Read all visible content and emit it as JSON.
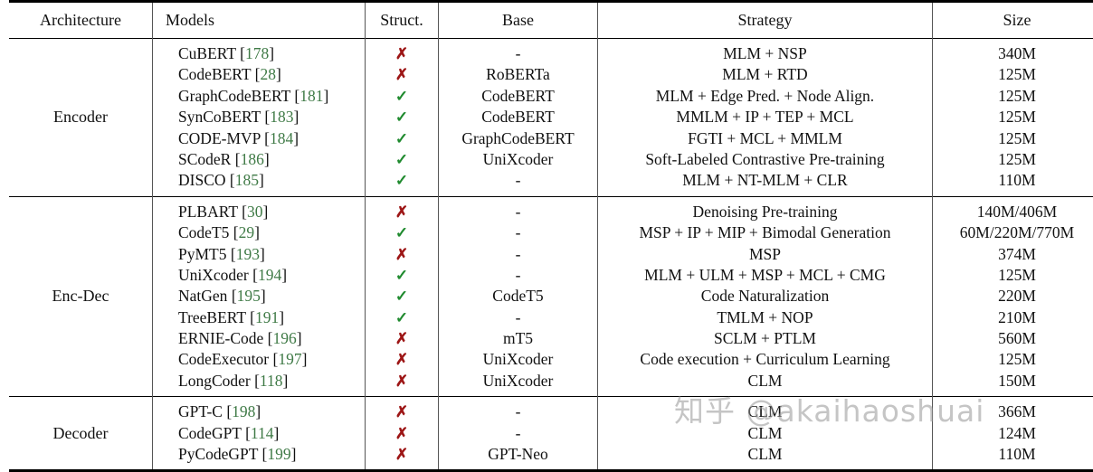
{
  "table": {
    "headers": [
      "Architecture",
      "Models",
      "Struct.",
      "Base",
      "Strategy",
      "Size"
    ],
    "marks": {
      "yes": "✓",
      "no": "✗",
      "none": "-"
    },
    "colors": {
      "citation": "#3f7a46",
      "check": "#1f8a2e",
      "cross": "#9d1616"
    },
    "sections": [
      {
        "architecture": "Encoder",
        "rows": [
          {
            "model": "CuBERT",
            "citation": "[178]",
            "struct": "no",
            "base": "-",
            "strategy": "MLM + NSP",
            "size": "340M"
          },
          {
            "model": "CodeBERT",
            "citation": "[28]",
            "struct": "no",
            "base": "RoBERTa",
            "strategy": "MLM + RTD",
            "size": "125M"
          },
          {
            "model": "GraphCodeBERT",
            "citation": "[181]",
            "struct": "yes",
            "base": "CodeBERT",
            "strategy": "MLM + Edge Pred. + Node Align.",
            "size": "125M"
          },
          {
            "model": "SynCoBERT",
            "citation": "[183]",
            "struct": "yes",
            "base": "CodeBERT",
            "strategy": "MMLM + IP + TEP + MCL",
            "size": "125M"
          },
          {
            "model": "CODE-MVP",
            "citation": "[184]",
            "struct": "yes",
            "base": "GraphCodeBERT",
            "strategy": "FGTI + MCL + MMLM",
            "size": "125M"
          },
          {
            "model": "SCodeR",
            "citation": "[186]",
            "struct": "yes",
            "base": "UniXcoder",
            "strategy": "Soft-Labeled Contrastive Pre-training",
            "size": "125M"
          },
          {
            "model": "DISCO",
            "citation": "[185]",
            "struct": "yes",
            "base": "-",
            "strategy": "MLM + NT-MLM + CLR",
            "size": "110M"
          }
        ]
      },
      {
        "architecture": "Enc-Dec",
        "rows": [
          {
            "model": "PLBART",
            "citation": "[30]",
            "struct": "no",
            "base": "-",
            "strategy": "Denoising Pre-training",
            "size": "140M/406M"
          },
          {
            "model": "CodeT5",
            "citation": "[29]",
            "struct": "yes",
            "base": "-",
            "strategy": "MSP + IP + MIP + Bimodal Generation",
            "size": "60M/220M/770M"
          },
          {
            "model": "PyMT5",
            "citation": "[193]",
            "struct": "no",
            "base": "-",
            "strategy": "MSP",
            "size": "374M"
          },
          {
            "model": "UniXcoder",
            "citation": "[194]",
            "struct": "yes",
            "base": "-",
            "strategy": "MLM + ULM + MSP + MCL + CMG",
            "size": "125M"
          },
          {
            "model": "NatGen",
            "citation": "[195]",
            "struct": "yes",
            "base": "CodeT5",
            "strategy": "Code Naturalization",
            "size": "220M"
          },
          {
            "model": "TreeBERT",
            "citation": "[191]",
            "struct": "yes",
            "base": "-",
            "strategy": "TMLM + NOP",
            "size": "210M"
          },
          {
            "model": "ERNIE-Code",
            "citation": "[196]",
            "struct": "no",
            "base": "mT5",
            "strategy": "SCLM + PTLM",
            "size": "560M"
          },
          {
            "model": "CodeExecutor",
            "citation": "[197]",
            "struct": "no",
            "base": "UniXcoder",
            "strategy": "Code execution + Curriculum Learning",
            "size": "125M"
          },
          {
            "model": "LongCoder",
            "citation": "[118]",
            "struct": "no",
            "base": "UniXcoder",
            "strategy": "CLM",
            "size": "150M"
          }
        ]
      },
      {
        "architecture": "Decoder",
        "rows": [
          {
            "model": "GPT-C",
            "citation": "[198]",
            "struct": "no",
            "base": "-",
            "strategy": "CLM",
            "size": "366M"
          },
          {
            "model": "CodeGPT",
            "citation": "[114]",
            "struct": "no",
            "base": "-",
            "strategy": "CLM",
            "size": "124M"
          },
          {
            "model": "PyCodeGPT",
            "citation": "[199]",
            "struct": "no",
            "base": "GPT-Neo",
            "strategy": "CLM",
            "size": "110M"
          }
        ]
      }
    ]
  },
  "watermark": {
    "text": "知乎 @akaihaoshuai"
  }
}
